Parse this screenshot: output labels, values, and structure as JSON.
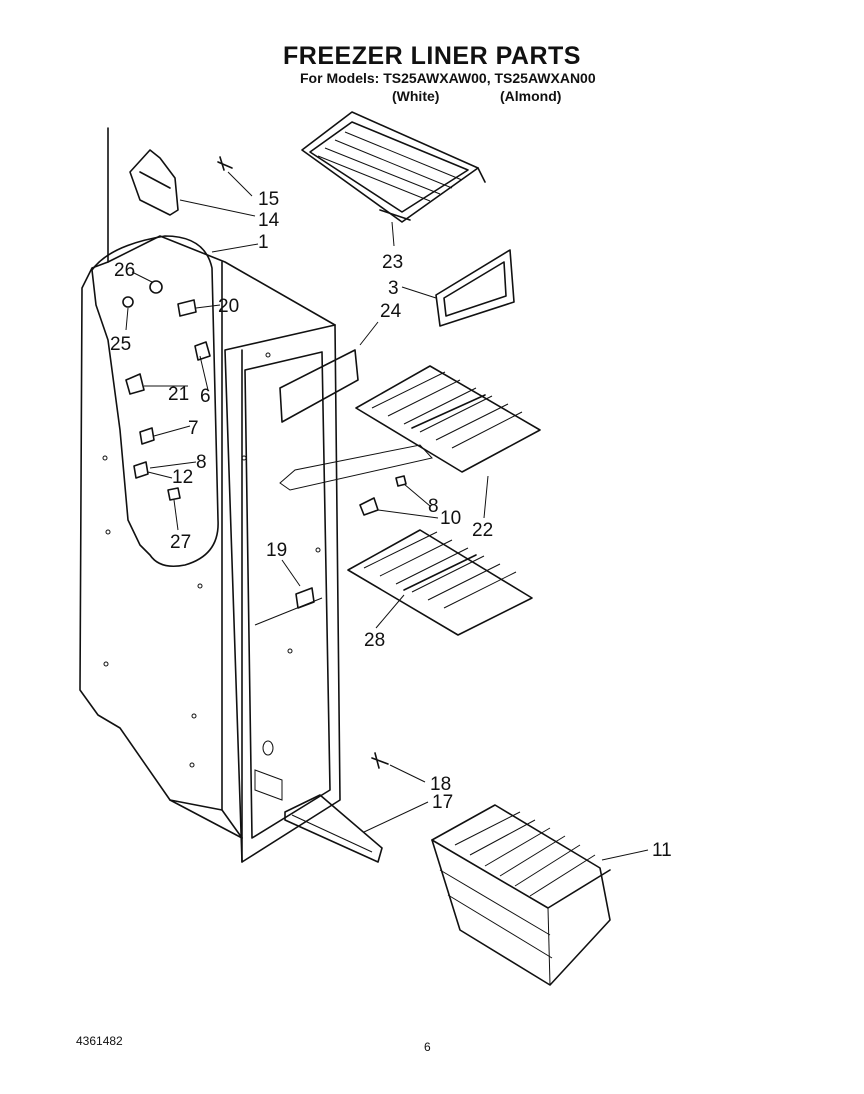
{
  "header": {
    "title": "FREEZER LINER PARTS",
    "models": "For Models: TS25AWXAW00, TS25AWXAN00",
    "variant_white": "(White)",
    "variant_almond": "(Almond)"
  },
  "callouts": {
    "p1": "1",
    "p3": "3",
    "p6": "6",
    "p7": "7",
    "p8a": "8",
    "p8b": "8",
    "p10": "10",
    "p11": "11",
    "p12": "12",
    "p14": "14",
    "p15": "15",
    "p17": "17",
    "p18": "18",
    "p19": "19",
    "p20": "20",
    "p21": "21",
    "p22": "22",
    "p23": "23",
    "p24": "24",
    "p25": "25",
    "p26": "26",
    "p27": "27",
    "p28": "28"
  },
  "footer": {
    "doc_number": "4361482",
    "page_number": "6"
  }
}
